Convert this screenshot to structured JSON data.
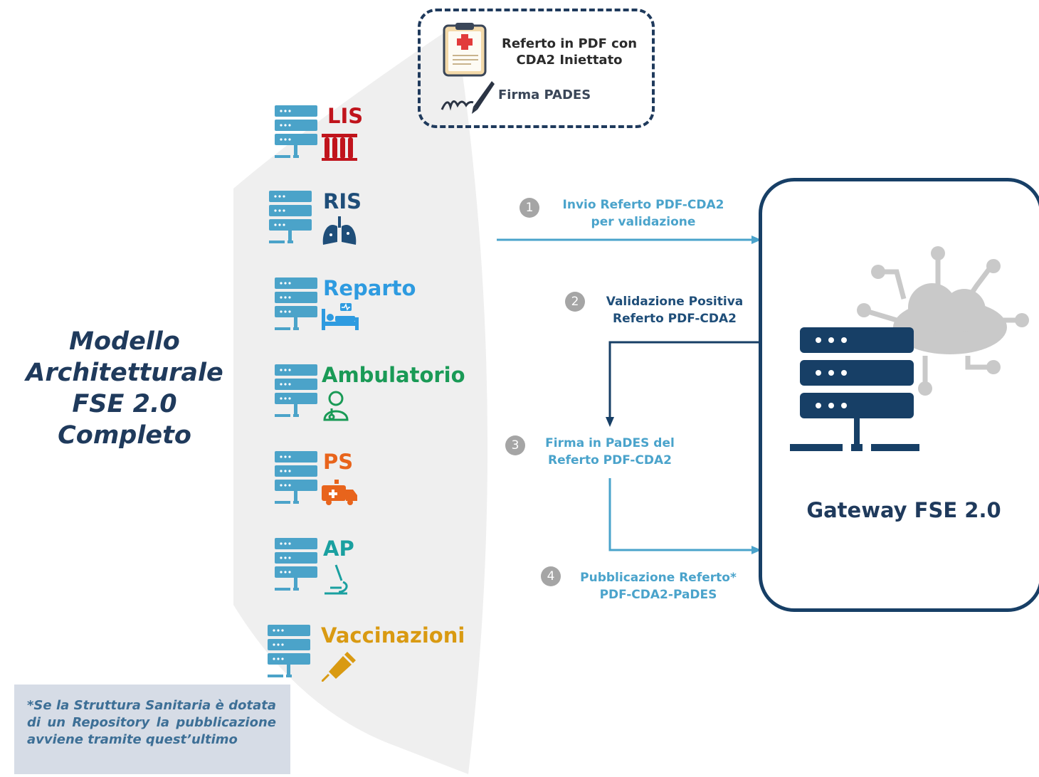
{
  "title": "Modello\nArchitetturale\nFSE 2.0\nCompleto",
  "systems": [
    {
      "label": "LIS",
      "color": "#c0141c",
      "icon": "test-tubes-icon"
    },
    {
      "label": "RIS",
      "color": "#1f4e79",
      "icon": "lungs-icon"
    },
    {
      "label": "Reparto",
      "color": "#2e9be0",
      "icon": "hospital-bed-icon"
    },
    {
      "label": "Ambulatorio",
      "color": "#1a9a56",
      "icon": "doctor-icon"
    },
    {
      "label": "PS",
      "color": "#e8641c",
      "icon": "ambulance-icon"
    },
    {
      "label": "AP",
      "color": "#1aa0a0",
      "icon": "microscope-icon"
    },
    {
      "label": "Vaccinazioni",
      "color": "#d99a12",
      "icon": "syringe-icon"
    }
  ],
  "document_box": {
    "referto_label": "Referto in PDF con\nCDA2 Iniettato",
    "firma_label": "Firma PADES"
  },
  "steps": [
    {
      "number": "1",
      "label": "Invio Referto PDF-CDA2\nper validazione",
      "color": "#4aa3cb"
    },
    {
      "number": "2",
      "label": "Validazione Positiva\nReferto PDF-CDA2",
      "color": "#1f4e79"
    },
    {
      "number": "3",
      "label": "Firma in PaDES del\nReferto PDF-CDA2",
      "color": "#4aa3cb"
    },
    {
      "number": "4",
      "label": "Pubblicazione Referto*\nPDF-CDA2-PaDES",
      "color": "#4aa3cb"
    }
  ],
  "gateway": {
    "label": "Gateway FSE 2.0"
  },
  "note": "*Se la Struttura Sanitaria è dotata di un Repository la pubblicazione avviene tramite quest’ultimo",
  "colors": {
    "navy": "#173f66",
    "server_blue": "#4ba3c9",
    "arrow_blue": "#4aa3cb",
    "panel_grey": "#efefef"
  }
}
